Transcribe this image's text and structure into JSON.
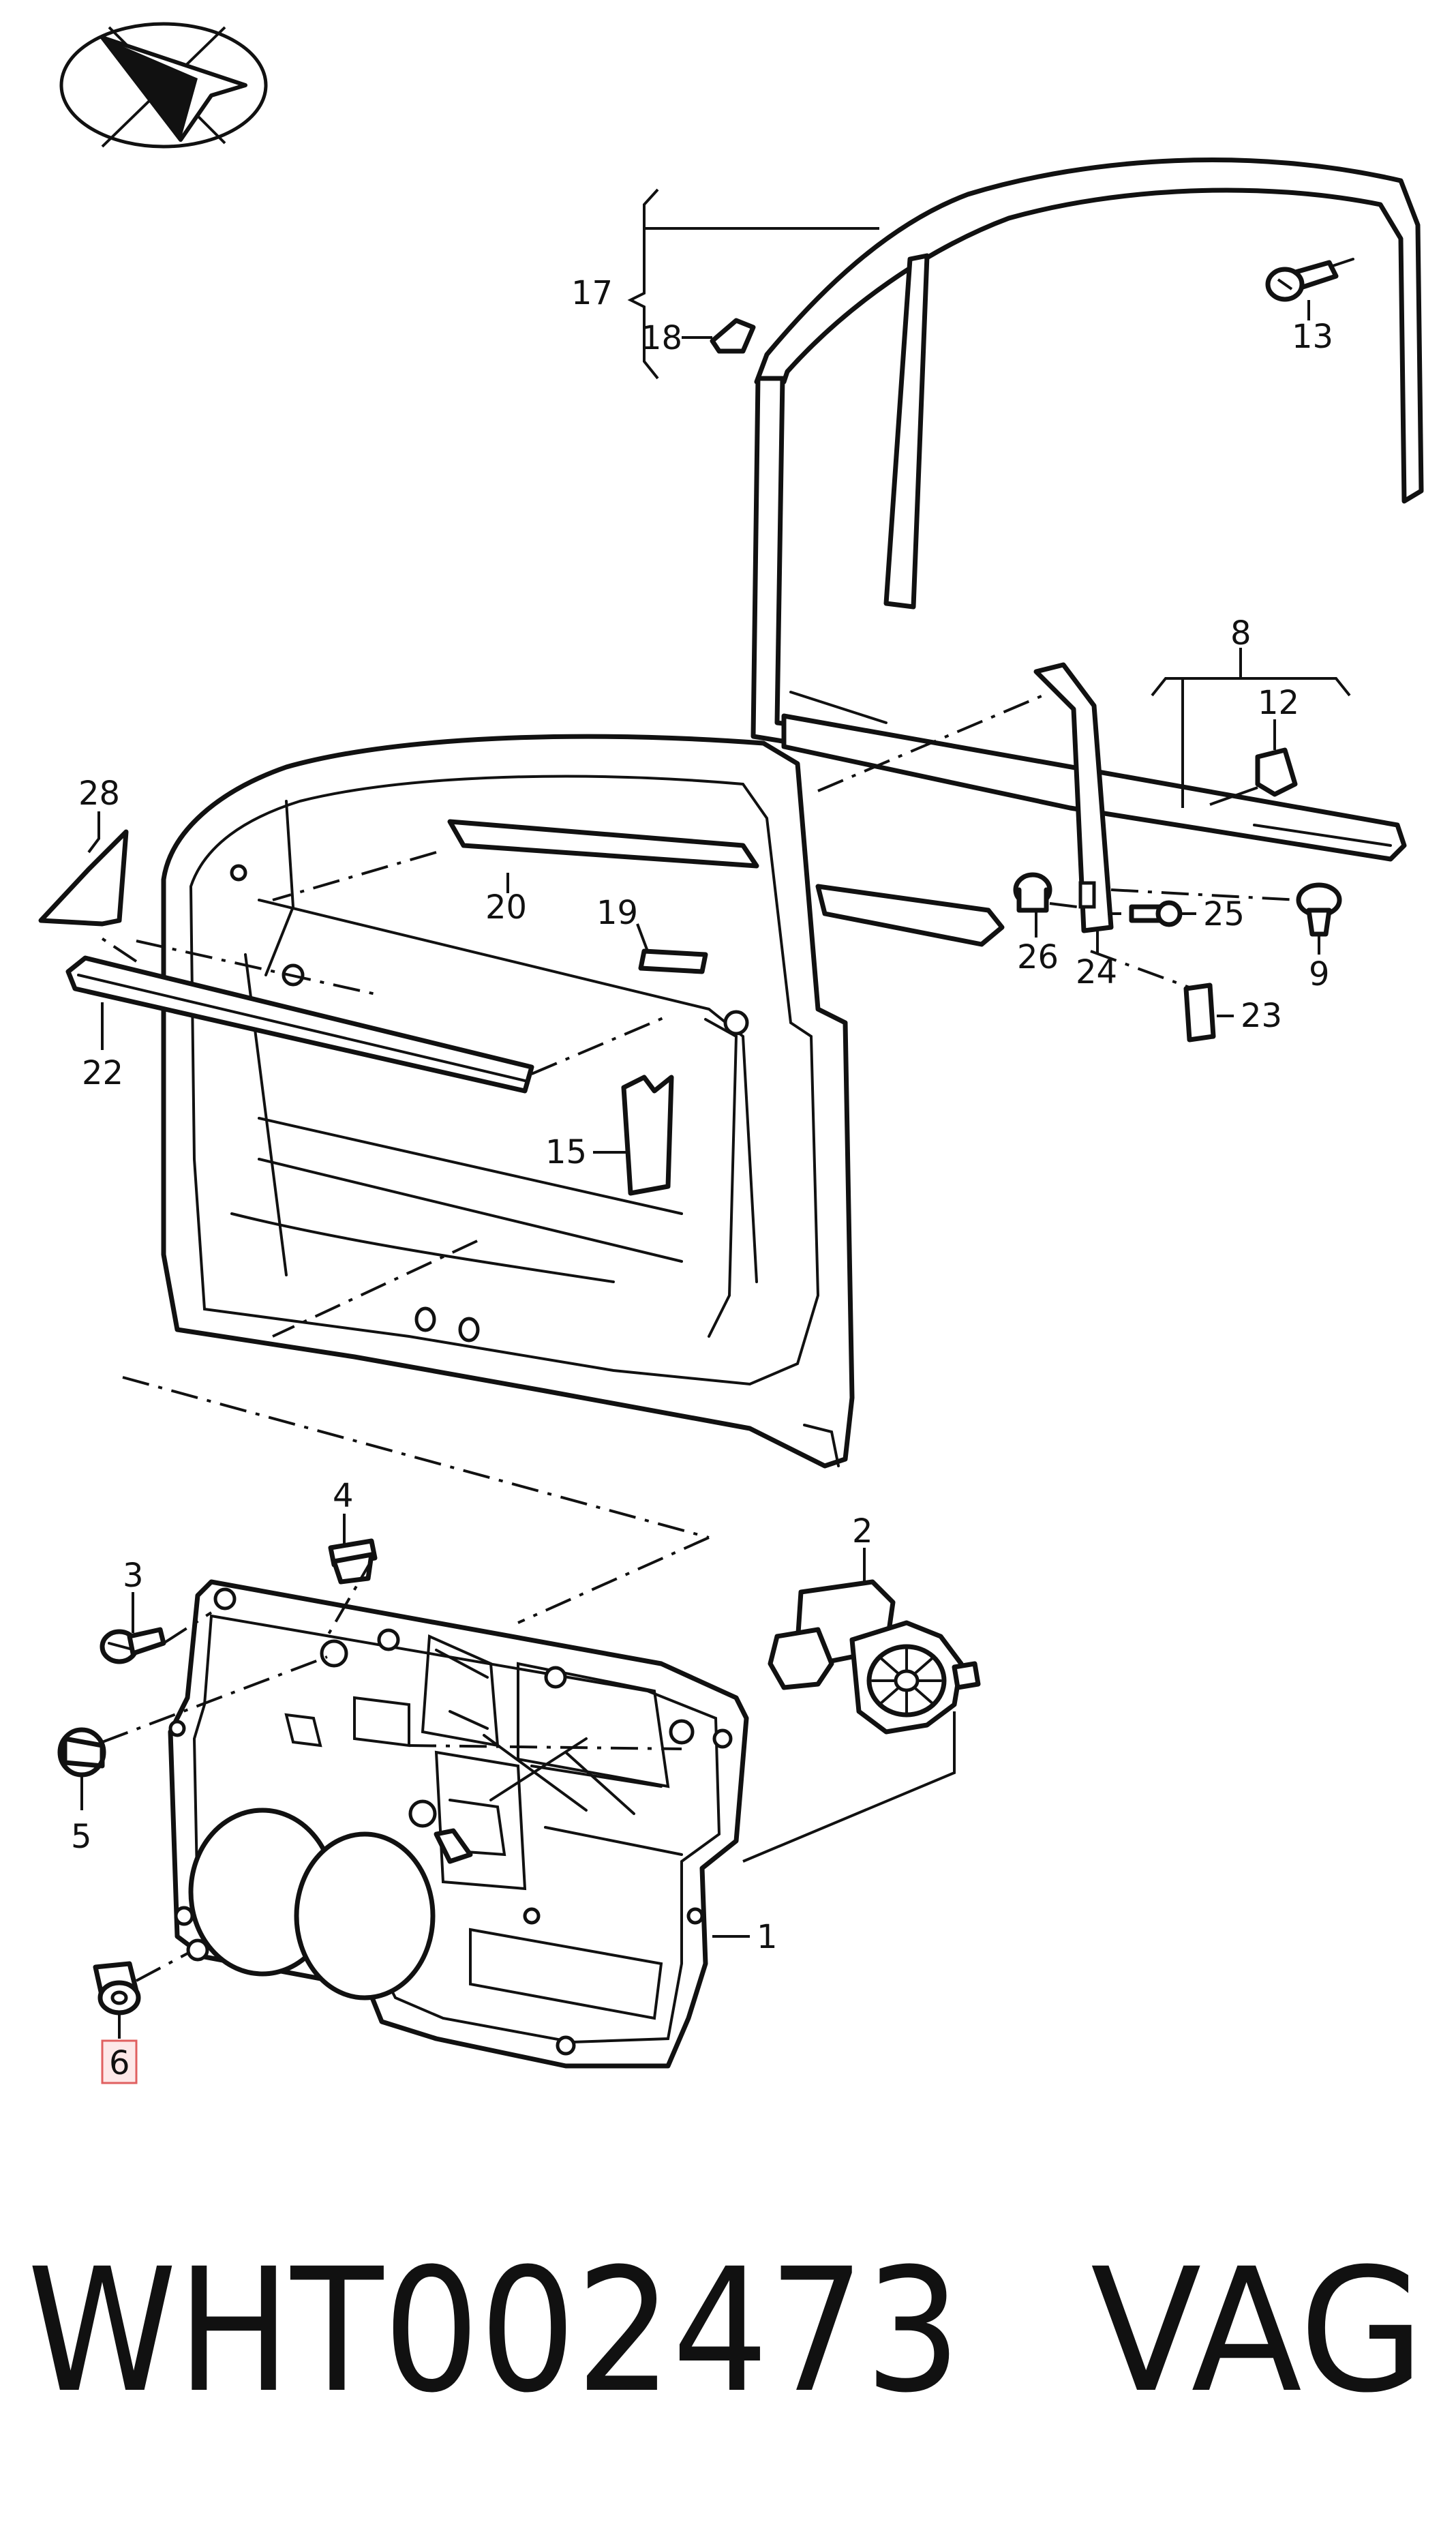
{
  "callouts": {
    "c1": "1",
    "c2": "2",
    "c3": "3",
    "c4": "4",
    "c5": "5",
    "c6": "6",
    "c8": "8",
    "c9": "9",
    "c12": "12",
    "c13": "13",
    "c15": "15",
    "c17": "17",
    "c18": "18",
    "c19": "19",
    "c20": "20",
    "c22": "22",
    "c23": "23",
    "c24": "24",
    "c25": "25",
    "c26": "26",
    "c28": "28"
  },
  "footer": {
    "part_number": "WHT002473",
    "brand": "VAG"
  },
  "colors": {
    "line": "#111111",
    "background": "#ffffff",
    "highlight_border": "#e06060",
    "highlight_fill": "#fde8e8"
  },
  "icons": {
    "logo": "paper-plane-compass-logo"
  }
}
